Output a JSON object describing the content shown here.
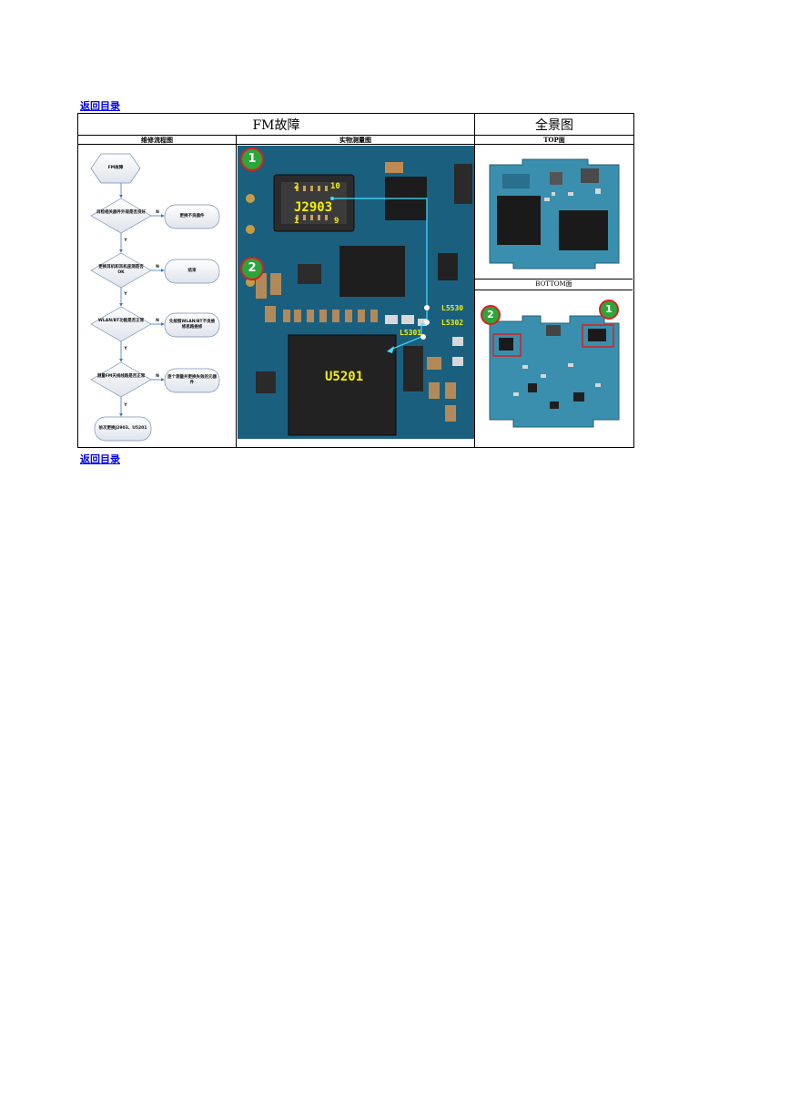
{
  "nav": {
    "back_link": "返回目录"
  },
  "headers": {
    "main_title": "FM故障",
    "overview_title": "全景图"
  },
  "subheaders": {
    "flow": "维修流程图",
    "measure": "实物测量图",
    "top": "TOP面",
    "bottom": "BOTTOM面"
  },
  "flowchart": {
    "start": "FM故障",
    "steps": [
      {
        "question": "目检相关器件外观是否良好",
        "action": "更换不良器件",
        "yes": "Y",
        "no": "N"
      },
      {
        "question": "更换耳机和耳机座测是否OK",
        "action": "结束",
        "yes": "Y",
        "no": "N"
      },
      {
        "question": "WLAN/BT功能是否正常",
        "action": "先按照WLAN/BT不良维修思路维修",
        "yes": "Y",
        "no": "N"
      },
      {
        "question": "测量FM天线线路是否正常",
        "action": "逐个测量并更换失效的元器件",
        "yes": "Y",
        "no": "N"
      }
    ],
    "end": "依次更换J2903、U5201"
  },
  "photo": {
    "connector": "J2903",
    "pin_tl": "2",
    "pin_tr": "10",
    "pin_bl": "1",
    "pin_br": "9",
    "chip": "U5201",
    "l1": "L5530",
    "l2": "L5302",
    "l3": "L5301",
    "badge1": "1",
    "badge2": "2"
  },
  "colors": {
    "board": "#1b5f7f",
    "trace": "#40e0ff",
    "label": "#f4f000",
    "badge": "#2ca53b",
    "badge_ring": "#d92020",
    "link": "#0000ee"
  }
}
